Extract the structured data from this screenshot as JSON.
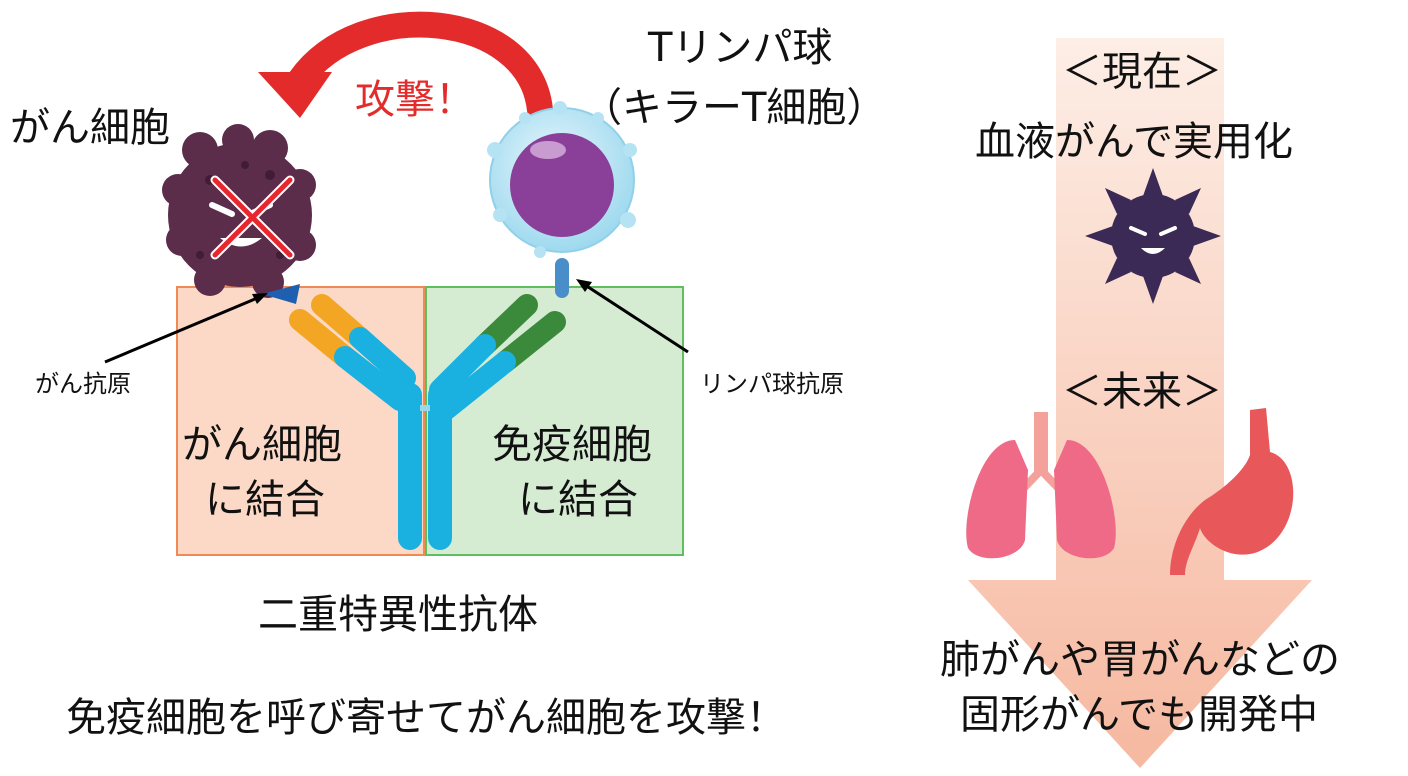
{
  "cancer_cell": {
    "label": "がん細胞"
  },
  "attack": {
    "label": "攻撃！"
  },
  "t_cell": {
    "label_line1": "Tリンパ球",
    "label_line2": "（キラーT細胞）"
  },
  "cancer_antigen": {
    "label": "がん抗原"
  },
  "lymph_antigen": {
    "label": "リンパ球抗原"
  },
  "left_box": {
    "line1": "がん細胞",
    "line2": "に結合"
  },
  "right_box": {
    "line1": "免疫細胞",
    "line2": "に結合"
  },
  "antibody": {
    "label": "二重特異性抗体"
  },
  "caption": {
    "text": "免疫細胞を呼び寄せてがん細胞を攻撃！"
  },
  "timeline": {
    "present_heading": "＜現在＞",
    "present_text": "血液がんで実用化",
    "future_heading": "＜未来＞",
    "future_line1": "肺がんや胃がんなどの",
    "future_line2": "固形がんでも開発中"
  },
  "colors": {
    "attack_red": "#e32b2b",
    "left_box_fill": "#fbd9c6",
    "right_box_fill": "#d5ecd3",
    "antibody_blue": "#1ab0e0",
    "antibody_orange": "#f3a623",
    "antibody_green": "#3b8a3b",
    "cancer_purple": "#5b2d4a",
    "arrow_peach": "#f8c7b3"
  },
  "icons": [
    "cancer-cell-illustration",
    "t-cell-illustration",
    "virus-icon",
    "lungs-icon",
    "stomach-icon"
  ]
}
